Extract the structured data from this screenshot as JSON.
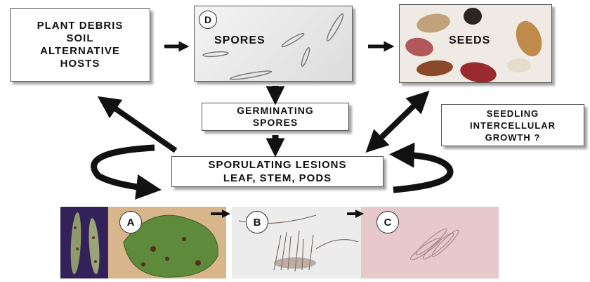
{
  "boxes": {
    "plant_debris": [
      "PLANT DEBRIS",
      "SOIL",
      "ALTERNATIVE",
      "HOSTS"
    ],
    "spores": {
      "letter": "D",
      "label": "SPORES"
    },
    "seeds": {
      "label": "SEEDS"
    },
    "germinating": [
      "GERMINATING",
      "SPORES"
    ],
    "seedling": [
      "SEEDLING",
      "INTERCELLULAR",
      "GROWTH ?"
    ],
    "lesions": [
      "SPORULATING LESIONS",
      "LEAF, STEM, PODS"
    ]
  },
  "panels": {
    "a": "A",
    "b": "B",
    "c": "C"
  }
}
